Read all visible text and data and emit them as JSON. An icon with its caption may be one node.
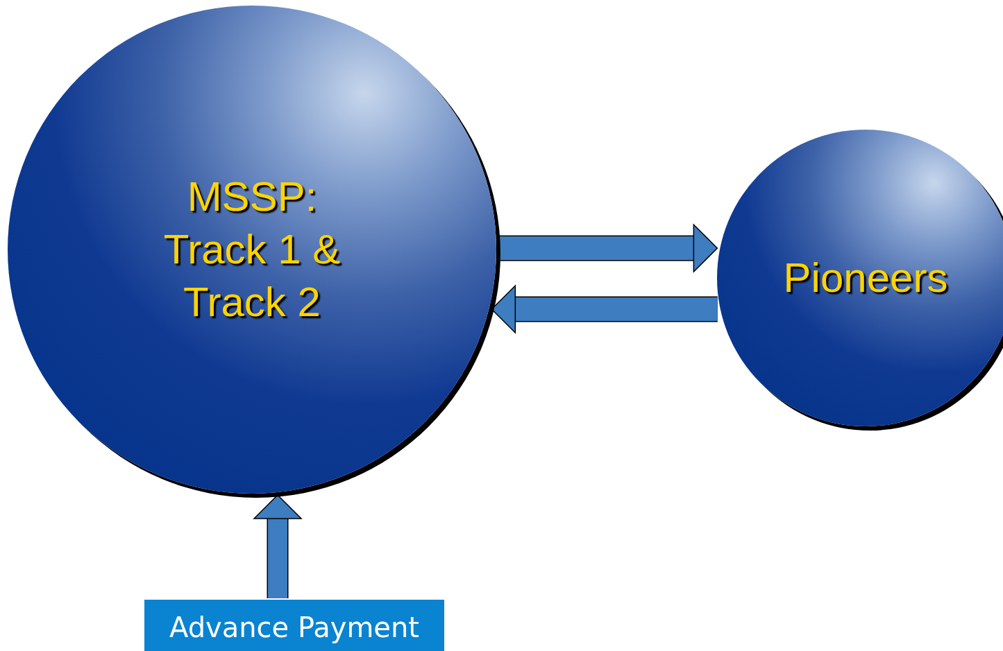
{
  "diagram": {
    "nodes": [
      {
        "text": [
          "MSSP: Track 1 & Track 2"
        ]
      },
      {
        "text": [
          "Pioneers"
        ]
      },
      {
        "text": [
          "Advance Payment"
        ]
      }
    ],
    "edges": [
      {
        "from": 0,
        "to": 1,
        "arrow": "to"
      },
      {
        "from": 1,
        "to": 0,
        "arrow": "to"
      },
      {
        "from": 2,
        "to": 0,
        "arrow": "to"
      }
    ]
  }
}
